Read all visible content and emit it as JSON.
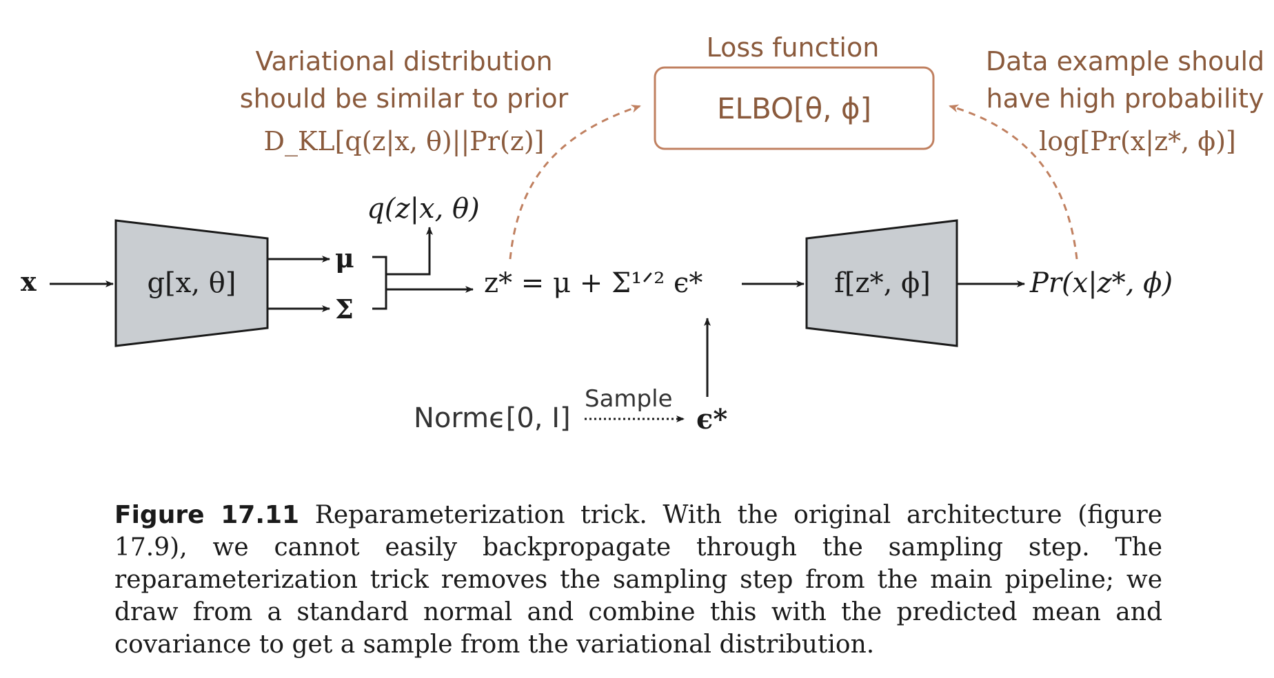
{
  "diagram": {
    "input_x": "x",
    "encoder_label": "g[x, θ]",
    "mu": "μ",
    "sigma": "Σ",
    "q_label": "q(z|x, θ)",
    "z_equation": "z* = μ + Σ¹ᐟ² ϵ*",
    "decoder_label": "f[z*, ϕ]",
    "output_label": "Pr(x|z*, ϕ)",
    "loss_title": "Loss function",
    "elbo": "ELBO[θ, ϕ]",
    "kl_line1": "Variational distribution",
    "kl_line2": "should be similar to prior",
    "kl_formula": "D_KL[q(z|x, θ)||Pr(z)]",
    "data_line1": "Data example should",
    "data_line2": "have high probability",
    "data_formula": "log[Pr(x|z*, ϕ)]",
    "norm_label": "Normϵ[0, I]",
    "sample_label": "Sample",
    "epsilon": "ϵ*"
  },
  "caption": {
    "label": "Figure 17.11",
    "text": "Reparameterization trick.  With the original architecture (figure 17.9), we cannot easily backpropagate through the sampling step. The reparameterization trick removes the sampling step from the main pipeline; we draw from a standard normal and combine this with the predicted mean and covariance to get a sample from the variational distribution."
  },
  "colors": {
    "accent": "#c08060",
    "accent_text": "#8a5a3c",
    "box_fill": "#c9cdd1",
    "ink": "#1a1a1a"
  }
}
